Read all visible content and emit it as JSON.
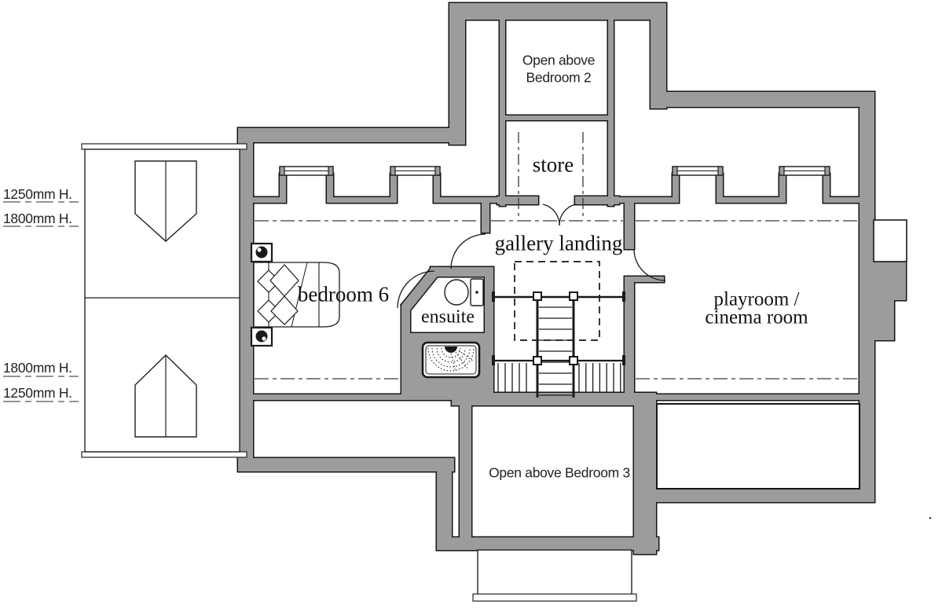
{
  "plan": {
    "rooms": {
      "bedroom6": "bedroom 6",
      "ensuite": "ensuite",
      "gallery_landing": "gallery landing",
      "store": "store",
      "playroom_line1": "playroom /",
      "playroom_line2": "cinema room",
      "open_above_bedroom2_line1": "Open above",
      "open_above_bedroom2_line2": "Bedroom 2",
      "open_above_bedroom3": "Open above Bedroom 3"
    },
    "dimensions": {
      "upper_left_line1": "1250mm H.",
      "upper_left_line2": "1800mm H.",
      "lower_left_line1": "1800mm H.",
      "lower_left_line2": "1250mm H."
    },
    "annotations": {
      "period": "."
    },
    "colors": {
      "wall_fill": "#9c9c9c",
      "wall_outline": "#161616",
      "line": "#1a1a1a",
      "dash_line": "#3a3a3a",
      "background": "#ffffff"
    }
  }
}
